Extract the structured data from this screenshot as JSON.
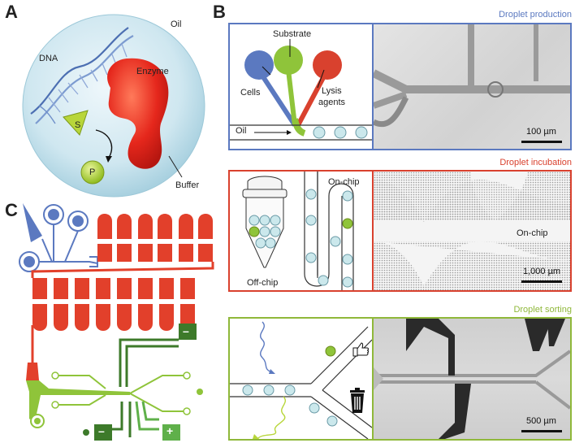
{
  "panel_a": {
    "letter": "A",
    "labels": {
      "oil": "Oil",
      "dna": "DNA",
      "enzyme": "Enzyme",
      "substrate": "S",
      "product": "P",
      "buffer": "Buffer"
    }
  },
  "panel_b": {
    "letter": "B",
    "production": {
      "title": "Droplet production",
      "color": "#5b79c0",
      "labels": {
        "substrate": "Substrate",
        "cells": "Cells",
        "lysis": "Lysis\nagents",
        "lysis_line1": "Lysis",
        "lysis_line2": "agents",
        "oil": "Oil"
      },
      "scale": "100 µm"
    },
    "incubation": {
      "title": "Droplet incubation",
      "color": "#d9412e",
      "labels": {
        "on_chip": "On-chip",
        "off_chip": "Off-chip",
        "micro_on_chip": "On-chip"
      },
      "scale": "1,000 µm"
    },
    "sorting": {
      "title": "Droplet sorting",
      "color": "#8fb83a",
      "scale": "500 µm"
    }
  },
  "panel_c": {
    "letter": "C",
    "electrode_signs": {
      "top_right": "–",
      "bottom_left": "–",
      "bottom_right": "+"
    }
  }
}
